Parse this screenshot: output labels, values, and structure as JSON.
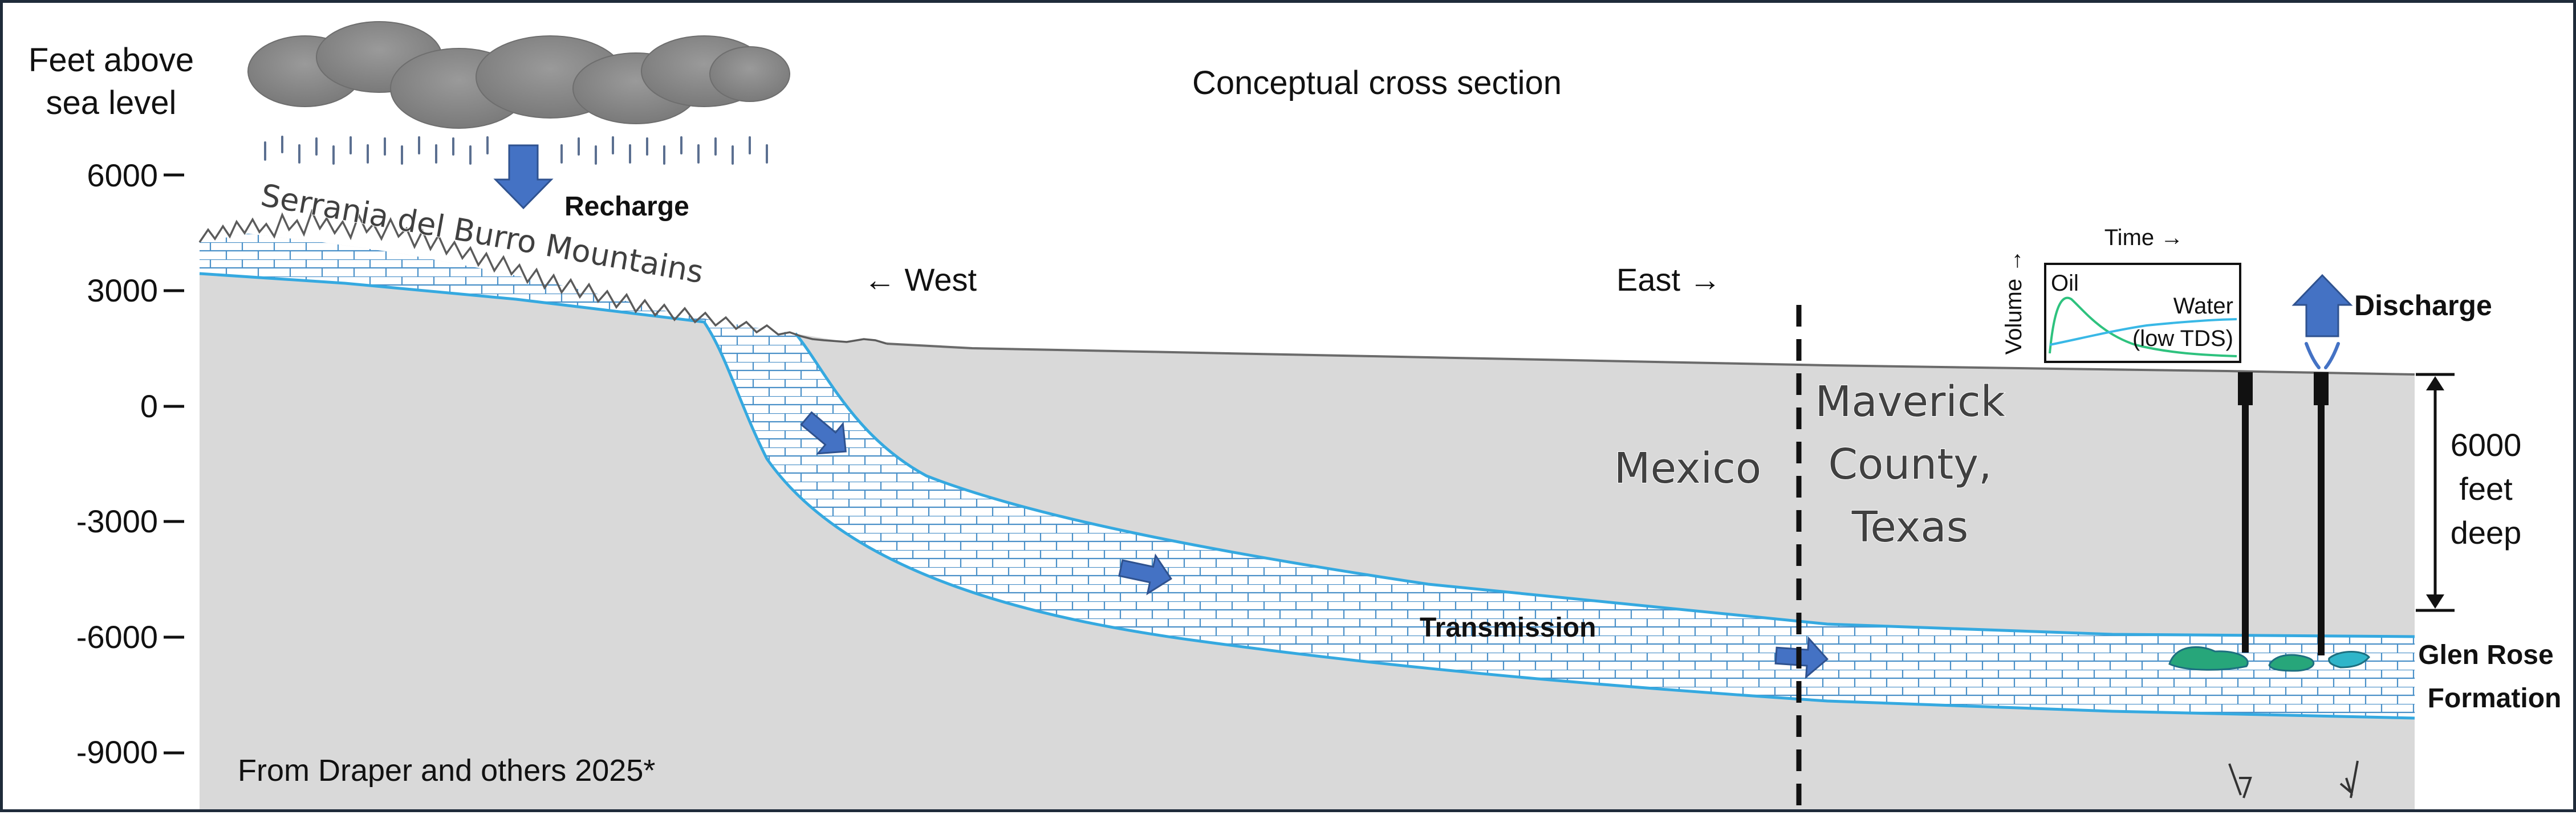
{
  "title": "Conceptual cross section",
  "y_axis": {
    "title_line1": "Feet above",
    "title_line2": "sea level",
    "ticks": [
      "6000",
      "3000",
      "0",
      "-3000",
      "-6000",
      "-9000"
    ]
  },
  "labels": {
    "mountains": "Serrania del Burro Mountains",
    "recharge": "Recharge",
    "west": "← West",
    "east": "East →",
    "mexico": "Mexico",
    "county_line1": "Maverick",
    "county_line2": "County,",
    "county_line3": "Texas",
    "transmission": "Transmission",
    "discharge": "Discharge",
    "formation_line1": "Glen Rose",
    "formation_line2": "Formation",
    "depth_line1": "6000",
    "depth_line2": "feet",
    "depth_line3": "deep",
    "source": "From Draper and others 2025*"
  },
  "inset_chart": {
    "x_label": "Time →",
    "y_label": "Volume →",
    "series": [
      {
        "name": "Oil",
        "color": "#2ec27e"
      },
      {
        "name": "Water",
        "sublabel": "(low TDS)",
        "color": "#39b8e6"
      }
    ]
  },
  "colors": {
    "ground": "#d9d9d9",
    "aquifer_line": "#35a9e0",
    "arrow": "#4472c4",
    "oil": "#27a67a",
    "cloud": "#8c8c8c"
  }
}
